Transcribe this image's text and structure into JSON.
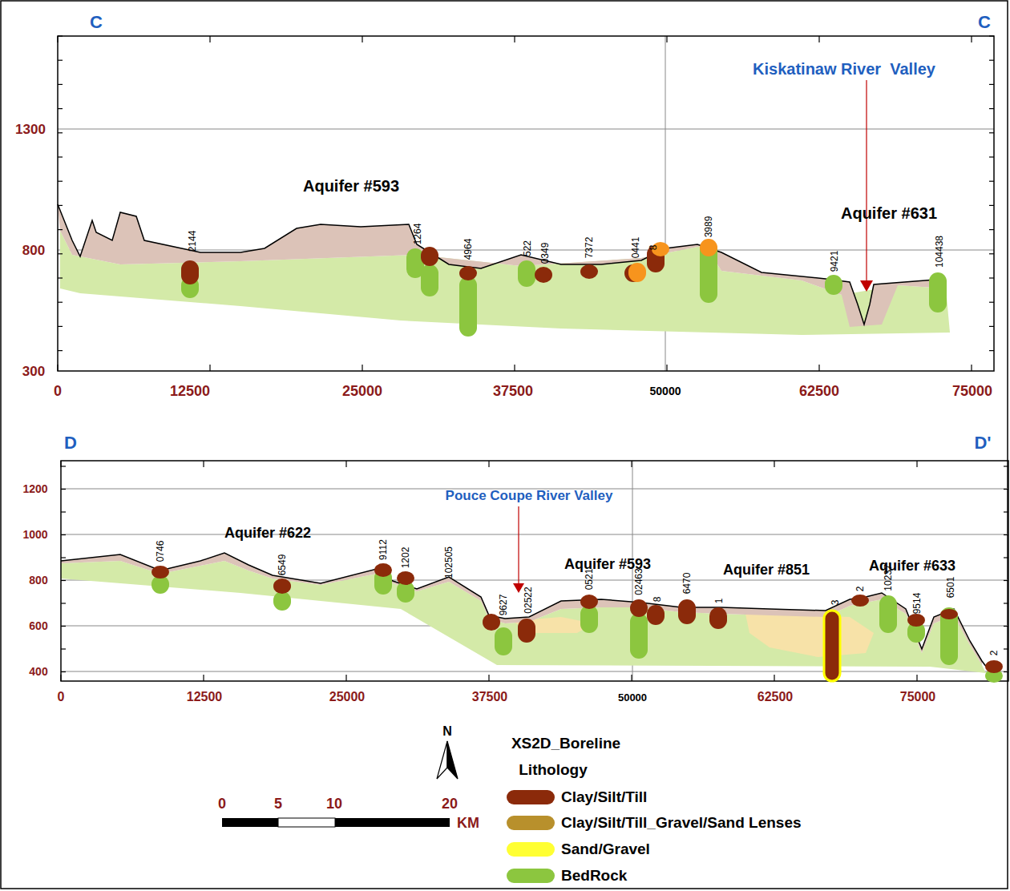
{
  "diagram": {
    "labels": [
      "C",
      "C",
      "Kiskatinaw River  Valley",
      "Aquifer #593",
      "Aquifer #631",
      "1300",
      "800",
      "300",
      "0",
      "12500",
      "25000",
      "37500",
      "50000",
      "62500",
      "75000",
      "2144",
      "1264",
      "4964",
      "522",
      "0349",
      "7372",
      "0441",
      "3989",
      "9421",
      "104438",
      "8",
      "D",
      "D'",
      "Pouce Coupe River Valley",
      "Aquifer #622",
      "Aquifer #593",
      "Aquifer #851",
      "Aquifer #633",
      "1200",
      "1000",
      "800",
      "600",
      "400",
      "0",
      "12500",
      "25000",
      "37500",
      "50000",
      "62500",
      "75000",
      "0746",
      "6549",
      "9112",
      "1202",
      "102505",
      "9627",
      "02522",
      "0521",
      "02463",
      "8",
      "6470",
      "1",
      "3",
      "2",
      "10237",
      "9514",
      "6501",
      "2",
      "N",
      "0",
      "5",
      "10",
      "20",
      "KM",
      "XS2D_Boreline",
      "Lithology"
    ],
    "legend": [
      {
        "text": "Clay/Silt/Till",
        "color": "#8b2a0a"
      },
      {
        "text": "Clay/Silt/Till_Gravel/Sand Lenses",
        "color": "#b8902c"
      },
      {
        "text": "Sand/Gravel",
        "color": "#ffff33"
      },
      {
        "text": "BedRock",
        "color": "#8cc63f"
      }
    ]
  }
}
